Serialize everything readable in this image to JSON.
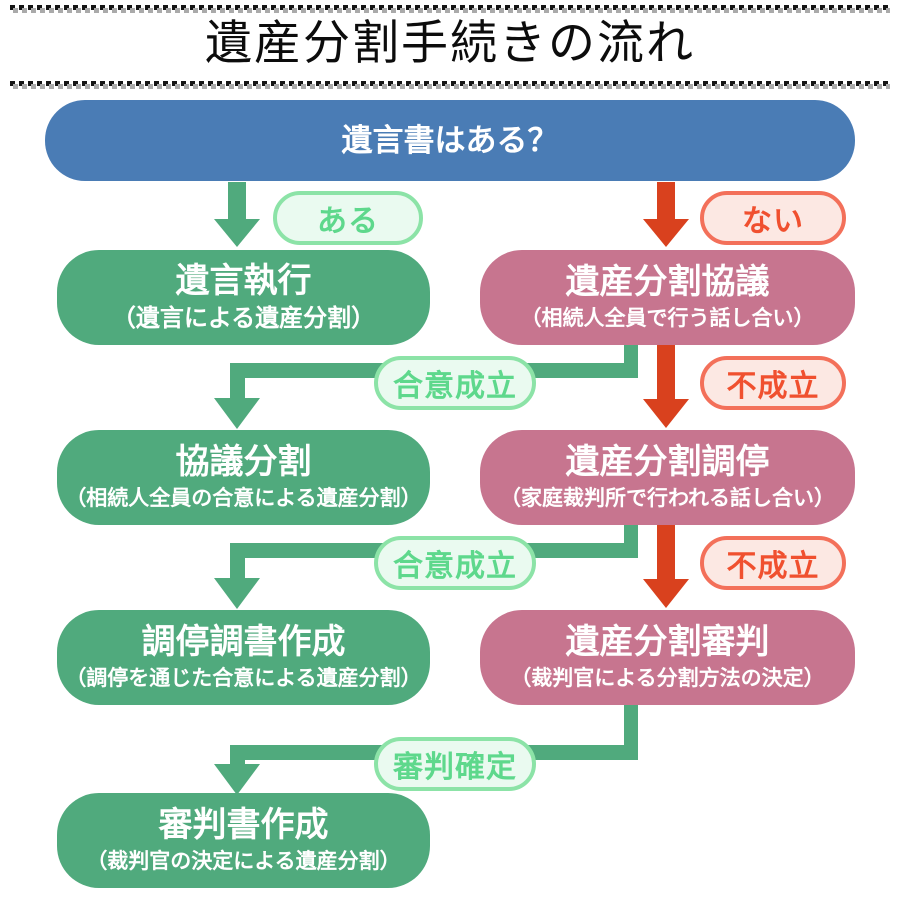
{
  "title": "遺産分割手続きの流れ",
  "colors": {
    "question_box": "#4a7cb5",
    "process_box_green": "#50aa7d",
    "process_box_pink": "#c7758f",
    "arrow_green": "#50aa7d",
    "arrow_red": "#d9411e",
    "pill_green_bg": "#eafaf0",
    "pill_green_border": "#8ce3a7",
    "pill_green_text": "#5ed88c",
    "pill_red_bg": "#fce8e3",
    "pill_red_border": "#f3705a",
    "pill_red_text": "#f0502f"
  },
  "flow": {
    "question": {
      "label": "遺言書はある？"
    },
    "labels": {
      "has_will": "ある",
      "no_will": "ない",
      "agreement_1": "合意成立",
      "no_agreement_1": "不成立",
      "agreement_2": "合意成立",
      "no_agreement_2": "不成立",
      "judgment_final": "審判確定"
    },
    "nodes": {
      "will_execution": {
        "title": "遺言執行",
        "subtitle": "（遺言による遺産分割）"
      },
      "division_discussion": {
        "title": "遺産分割協議",
        "subtitle": "（相続人全員で行う話し合い）"
      },
      "discussion_division": {
        "title": "協議分割",
        "subtitle": "（相続人全員の合意による遺産分割）"
      },
      "division_mediation": {
        "title": "遺産分割調停",
        "subtitle": "（家庭裁判所で行われる話し合い）"
      },
      "mediation_record": {
        "title": "調停調書作成",
        "subtitle": "（調停を通じた合意による遺産分割）"
      },
      "division_judgment": {
        "title": "遺産分割審判",
        "subtitle": "（裁判官による分割方法の決定）"
      },
      "judgment_document": {
        "title": "審判書作成",
        "subtitle": "（裁判官の決定による遺産分割）"
      }
    }
  }
}
